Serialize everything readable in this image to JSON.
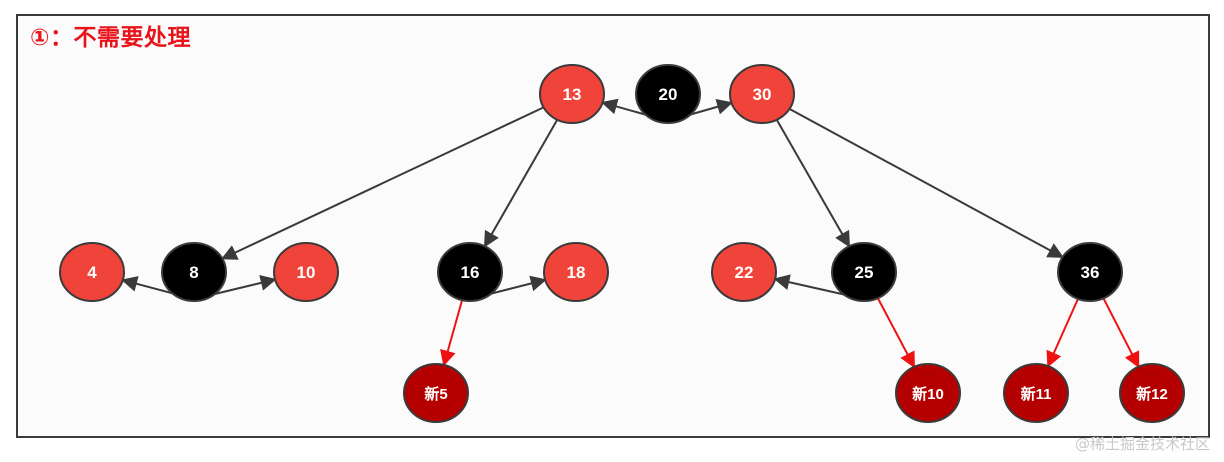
{
  "title": "①：不需要处理",
  "watermark": "@稀土掘金技术社区",
  "colors": {
    "black_node": "#000000",
    "red_node": "#f0443a",
    "new_node": "#b40000",
    "edge": "#3a3a3a",
    "new_edge": "#ee1111"
  },
  "nodes": [
    {
      "id": "n13",
      "label": "13",
      "kind": "red"
    },
    {
      "id": "n20",
      "label": "20",
      "kind": "black"
    },
    {
      "id": "n30",
      "label": "30",
      "kind": "red"
    },
    {
      "id": "n4",
      "label": "4",
      "kind": "red"
    },
    {
      "id": "n8",
      "label": "8",
      "kind": "black"
    },
    {
      "id": "n10",
      "label": "10",
      "kind": "red"
    },
    {
      "id": "n16",
      "label": "16",
      "kind": "black"
    },
    {
      "id": "n18",
      "label": "18",
      "kind": "red"
    },
    {
      "id": "n22",
      "label": "22",
      "kind": "red"
    },
    {
      "id": "n25",
      "label": "25",
      "kind": "black"
    },
    {
      "id": "n36",
      "label": "36",
      "kind": "black"
    },
    {
      "id": "new5",
      "label": "新5",
      "kind": "new"
    },
    {
      "id": "new10",
      "label": "新10",
      "kind": "new"
    },
    {
      "id": "new11",
      "label": "新11",
      "kind": "new"
    },
    {
      "id": "new12",
      "label": "新12",
      "kind": "new"
    }
  ],
  "edges": [
    {
      "from": "n20",
      "to": "n13",
      "kind": "normal"
    },
    {
      "from": "n20",
      "to": "n30",
      "kind": "normal"
    },
    {
      "from": "n13",
      "to": "n8",
      "kind": "normal"
    },
    {
      "from": "n13",
      "to": "n16",
      "kind": "normal"
    },
    {
      "from": "n30",
      "to": "n25",
      "kind": "normal"
    },
    {
      "from": "n30",
      "to": "n36",
      "kind": "normal"
    },
    {
      "from": "n8",
      "to": "n4",
      "kind": "normal"
    },
    {
      "from": "n8",
      "to": "n10",
      "kind": "normal"
    },
    {
      "from": "n16",
      "to": "n18",
      "kind": "normal"
    },
    {
      "from": "n25",
      "to": "n22",
      "kind": "normal"
    },
    {
      "from": "n16",
      "to": "new5",
      "kind": "new"
    },
    {
      "from": "n25",
      "to": "new10",
      "kind": "new"
    },
    {
      "from": "n36",
      "to": "new11",
      "kind": "new"
    },
    {
      "from": "n36",
      "to": "new12",
      "kind": "new"
    }
  ]
}
